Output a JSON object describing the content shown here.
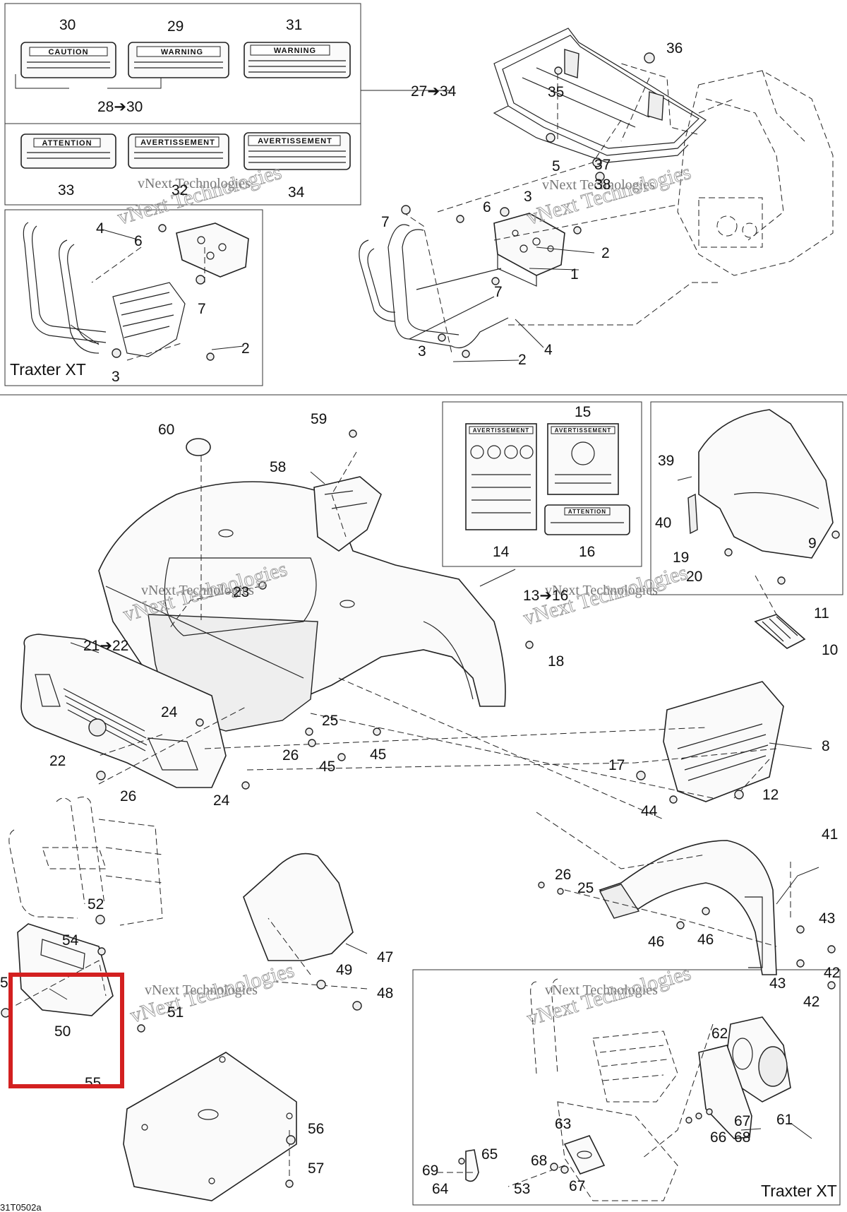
{
  "document_code": "31T0502a",
  "watermark": "vNext Technologies",
  "model_label": "Traxter XT",
  "decals": {
    "d30": "CAUTION",
    "d29": "WARNING",
    "d31": "WARNING",
    "d33": "ATTENTION",
    "d32": "AVERTISSEMENT",
    "d34": "AVERTISSEMENT",
    "d14": "AVERTISSEMENT",
    "d15": "AVERTISSEMENT",
    "d16": "ATTENTION"
  },
  "callouts": {
    "c1": "1",
    "c2a": "2",
    "c2b": "2",
    "c2c": "2",
    "c3a": "3",
    "c3b": "3",
    "c3c": "3",
    "c4a": "4",
    "c4b": "4",
    "c5": "5",
    "c6a": "6",
    "c6b": "6",
    "c7a": "7",
    "c7b": "7",
    "c7c": "7",
    "c8": "8",
    "c9": "9",
    "c10": "10",
    "c11": "11",
    "c12": "12",
    "c13": "13➔16",
    "c14": "14",
    "c15": "15",
    "c16": "16",
    "c17": "17",
    "c18": "18",
    "c19": "19",
    "c20": "20",
    "c21": "21➔22",
    "c22": "22",
    "c23": "23",
    "c24a": "24",
    "c24b": "24",
    "c25a": "25",
    "c25b": "25",
    "c26a": "26",
    "c26b": "26",
    "c26c": "26",
    "c27": "27➔34",
    "c28": "28➔30",
    "c29": "29",
    "c30": "30",
    "c31": "31",
    "c32": "32",
    "c33": "33",
    "c34": "34",
    "c35": "35",
    "c36": "36",
    "c37": "37",
    "c38": "38",
    "c39": "39",
    "c40": "40",
    "c41": "41",
    "c42a": "42",
    "c42b": "42",
    "c43a": "43",
    "c43b": "43",
    "c44": "44",
    "c45a": "45",
    "c45b": "45",
    "c46a": "46",
    "c46b": "46",
    "c47": "47",
    "c48": "48",
    "c49": "49",
    "c50": "50",
    "c51": "51",
    "c52": "52",
    "c53": "53",
    "c54": "54",
    "c55": "55",
    "c56": "56",
    "c57": "57",
    "c58": "58",
    "c59": "59",
    "c60": "60",
    "c61": "61",
    "c62": "62",
    "c63": "63",
    "c64": "64",
    "c65": "65",
    "c66": "66",
    "c67a": "67",
    "c67b": "67",
    "c68a": "68",
    "c68b": "68",
    "c69": "69",
    "c5edge": "5"
  },
  "colors": {
    "highlight": "#d32020",
    "line": "#222222"
  }
}
